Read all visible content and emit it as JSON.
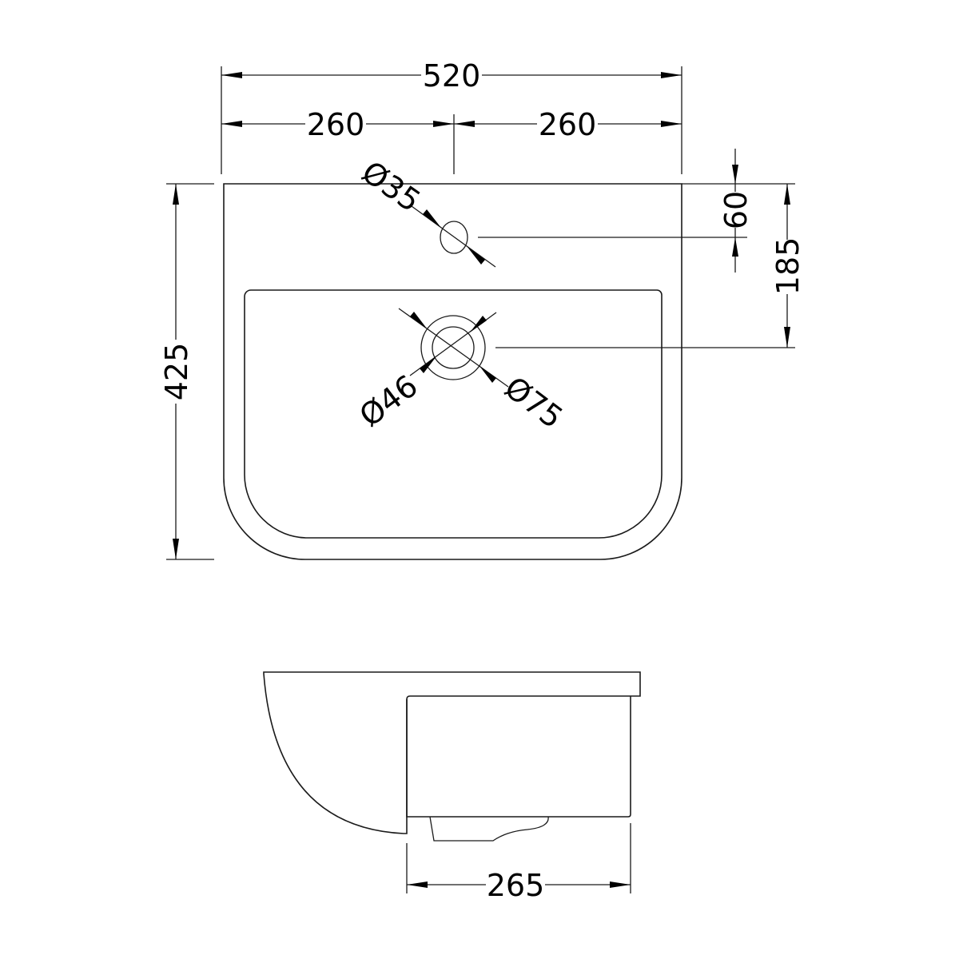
{
  "drawing": {
    "title": "Basin technical drawing",
    "units": "mm",
    "stroke_color": "#1a1a1a",
    "background": "#ffffff"
  },
  "plan_view": {
    "overall_width": "520",
    "half_width_left": "260",
    "half_width_right": "260",
    "overall_depth": "425",
    "tap_hole_diameter": "Ø35",
    "tap_hole_offset": "60",
    "waste_offset": "185",
    "waste_inner_diameter": "Ø46",
    "waste_outer_diameter": "Ø75"
  },
  "side_view": {
    "projection_depth": "265"
  }
}
